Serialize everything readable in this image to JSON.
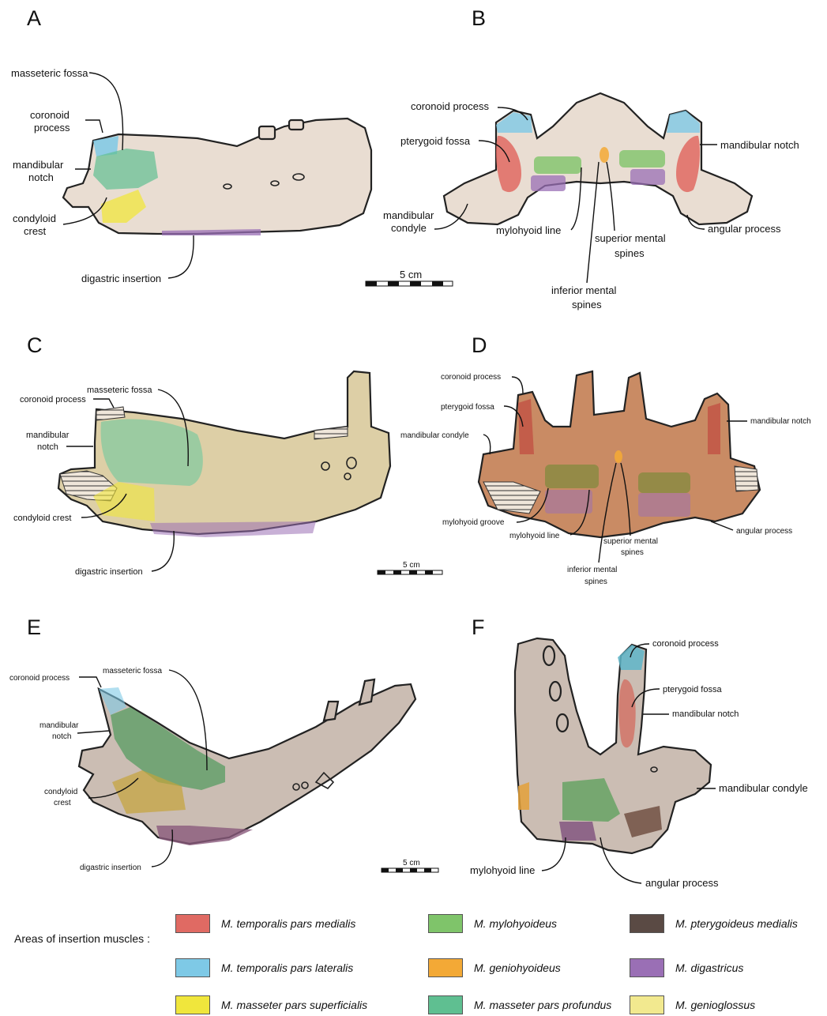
{
  "panels": {
    "A": {
      "letter": "A",
      "labels": {
        "masseteric_fossa": "masseteric fossa",
        "coronoid_process_1": "coronoid",
        "coronoid_process_2": "process",
        "mandibular_notch_1": "mandibular",
        "mandibular_notch_2": "notch",
        "condyloid_crest_1": "condyloid",
        "condyloid_crest_2": "crest",
        "digastric_insertion": "digastric insertion"
      },
      "scale": "5 cm"
    },
    "B": {
      "letter": "B",
      "labels": {
        "coronoid_process": "coronoid process",
        "pterygoid_fossa": "pterygoid fossa",
        "mandibular_notch": "mandibular notch",
        "mandibular_condyle_1": "mandibular",
        "mandibular_condyle_2": "condyle",
        "mylohyoid_line": "mylohyoid line",
        "superior_mental_spines_1": "superior mental",
        "superior_mental_spines_2": "spines",
        "angular_process": "angular process",
        "inferior_mental_spines_1": "inferior mental",
        "inferior_mental_spines_2": "spines"
      }
    },
    "C": {
      "letter": "C",
      "labels": {
        "masseteric_fossa": "masseteric fossa",
        "coronoid_process": "coronoid process",
        "mandibular_notch_1": "mandibular",
        "mandibular_notch_2": "notch",
        "condyloid_crest": "condyloid crest",
        "digastric_insertion": "digastric insertion"
      },
      "scale": "5 cm"
    },
    "D": {
      "letter": "D",
      "labels": {
        "coronoid_process": "coronoid process",
        "pterygoid_fossa": "pterygoid fossa",
        "mandibular_notch": "mandibular notch",
        "mandibular_condyle": "mandibular condyle",
        "mylohyoid_groove": "mylohyoid groove",
        "mylohyoid_line": "mylohyoid line",
        "superior_mental_spines_1": "superior mental",
        "superior_mental_spines_2": "spines",
        "angular_process": "angular process",
        "inferior_mental_spines_1": "inferior mental",
        "inferior_mental_spines_2": "spines"
      }
    },
    "E": {
      "letter": "E",
      "labels": {
        "coronoid_process": "coronoid process",
        "masseteric_fossa": "masseteric fossa",
        "mandibular_notch_1": "mandibular",
        "mandibular_notch_2": "notch",
        "condyloid_crest_1": "condyloid",
        "condyloid_crest_2": "crest",
        "digastric_insertion": "digastric insertion"
      },
      "scale": "5 cm"
    },
    "F": {
      "letter": "F",
      "labels": {
        "coronoid_process": "coronoid process",
        "pterygoid_fossa": "pterygoid fossa",
        "mandibular_notch": "mandibular notch",
        "mandibular_condyle": "mandibular condyle",
        "mylohyoid_line": "mylohyoid line",
        "angular_process": "angular process"
      }
    }
  },
  "colors": {
    "bone_light": "#e9ddd2",
    "bone_yellow": "#ddcfa6",
    "bone_rust": "#c98b64",
    "bone_grey": "#cbbdb3",
    "temporalis_medialis": "#e06a63",
    "temporalis_lateralis": "#7ec9e6",
    "masseter_superficialis": "#f0e63c",
    "mylohyoideus": "#7fc46a",
    "geniohyoideus": "#f3a936",
    "masseter_profundus": "#5fbf91",
    "pterygoideus_medialis": "#5a4a44",
    "digastricus": "#9a6fb5",
    "genioglossus": "#f2e98f"
  },
  "legend": {
    "title": "Areas of insertion muscles :",
    "items": [
      {
        "label": "M. temporalis pars medialis",
        "color": "#e06a63"
      },
      {
        "label": "M. mylohyoideus",
        "color": "#7fc46a"
      },
      {
        "label": "M. pterygoideus medialis",
        "color": "#5a4a44"
      },
      {
        "label": "M. temporalis pars lateralis",
        "color": "#7ec9e6"
      },
      {
        "label": "M. geniohyoideus",
        "color": "#f3a936"
      },
      {
        "label": "M. digastricus",
        "color": "#9a6fb5"
      },
      {
        "label": "M. masseter pars superficialis",
        "color": "#f0e63c"
      },
      {
        "label": "M. masseter pars profundus",
        "color": "#5fbf91"
      },
      {
        "label": "M. genioglossus",
        "color": "#f2e98f"
      }
    ]
  }
}
